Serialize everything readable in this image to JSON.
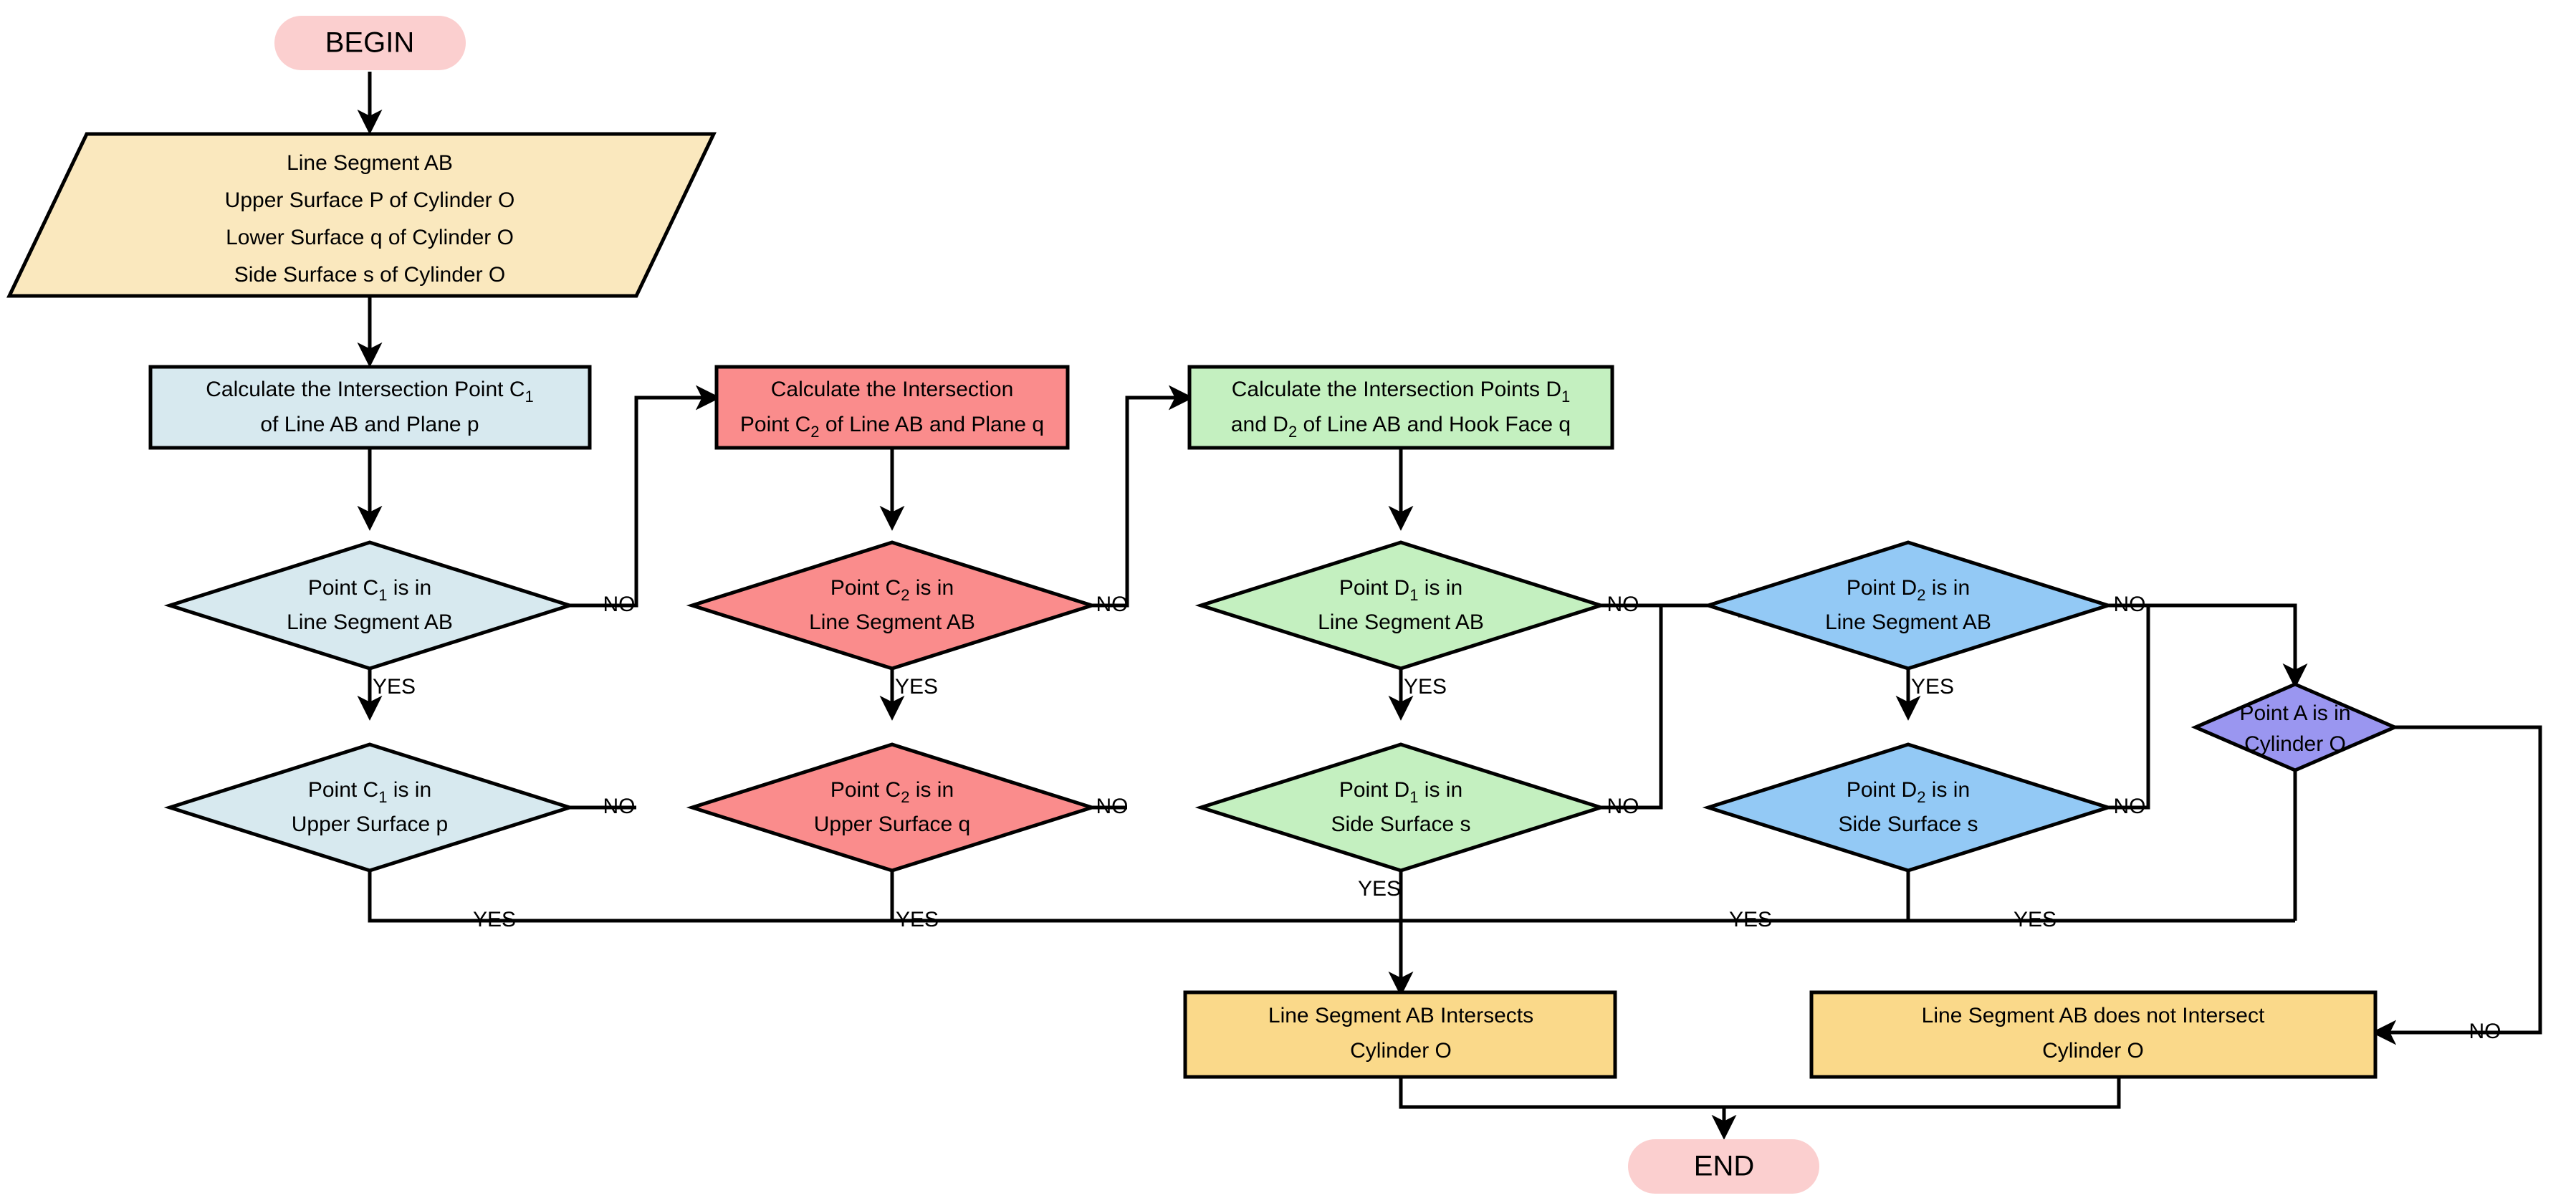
{
  "diagram": {
    "title": "Line Segment AB and Cylinder O intersection test flowchart",
    "colors": {
      "begin_end_fill": "#FBCFCF",
      "io_fill": "#FAE8BE",
      "column1_fill": "#D7E9EF",
      "column2_fill": "#FA8C8C",
      "column3_fill": "#C4F0C0",
      "column4_fill": "#93C9F5",
      "decision_a_fill": "#9A96F0",
      "result_fill": "#FAD98A",
      "stroke": "#000000"
    },
    "nodes": {
      "begin": {
        "label": "BEGIN",
        "shape": "terminator"
      },
      "end": {
        "label": "END",
        "shape": "terminator"
      },
      "inputs": {
        "shape": "parallelogram",
        "lines": [
          "Line Segment AB",
          "Upper Surface P of Cylinder O",
          "Lower Surface q of Cylinder O",
          "Side Surface s of Cylinder O"
        ]
      },
      "proc_c1": {
        "shape": "process",
        "line1_a": "Calculate the Intersection Point C",
        "line1_sub": "1",
        "line2": "of Line AB and Plane p"
      },
      "proc_c2": {
        "shape": "process",
        "line1": "Calculate the Intersection",
        "line2_a": "Point C",
        "line2_sub": "2",
        "line2_b": " of Line AB and Plane q"
      },
      "proc_d": {
        "shape": "process",
        "line1_a": "Calculate the Intersection Points D",
        "line1_sub": "1",
        "line2_a": "and D",
        "line2_sub": "2",
        "line2_b": " of Line AB and Hook Face q"
      },
      "dec_c1_seg": {
        "shape": "decision",
        "a": "Point C",
        "sub": "1",
        "b": " is in",
        "line2": "Line Segment AB"
      },
      "dec_c1_up": {
        "shape": "decision",
        "a": "Point C",
        "sub": "1",
        "b": " is in",
        "line2": "Upper Surface p"
      },
      "dec_c2_seg": {
        "shape": "decision",
        "a": "Point C",
        "sub": "2",
        "b": " is in",
        "line2": "Line Segment AB"
      },
      "dec_c2_up": {
        "shape": "decision",
        "a": "Point C",
        "sub": "2",
        "b": " is in",
        "line2": "Upper Surface q"
      },
      "dec_d1_seg": {
        "shape": "decision",
        "a": "Point D",
        "sub": "1",
        "b": " is in",
        "line2": "Line Segment AB"
      },
      "dec_d1_side": {
        "shape": "decision",
        "a": "Point D",
        "sub": "1",
        "b": " is in",
        "line2": "Side Surface s"
      },
      "dec_d2_seg": {
        "shape": "decision",
        "a": "Point D",
        "sub": "2",
        "b": " is in",
        "line2": "Line Segment AB"
      },
      "dec_d2_side": {
        "shape": "decision",
        "a": "Point D",
        "sub": "2",
        "b": " is in",
        "line2": "Side Surface s"
      },
      "dec_a_cyl": {
        "shape": "decision",
        "line1": "Point A  is in",
        "line2": "Cylinder O"
      },
      "res_yes": {
        "shape": "process",
        "line1": "Line Segment AB Intersects",
        "line2": "Cylinder O"
      },
      "res_no": {
        "shape": "process",
        "line1": "Line Segment AB does not Intersect",
        "line2": "Cylinder O"
      }
    },
    "edge_labels": {
      "no": "NO",
      "yes": "YES"
    }
  }
}
